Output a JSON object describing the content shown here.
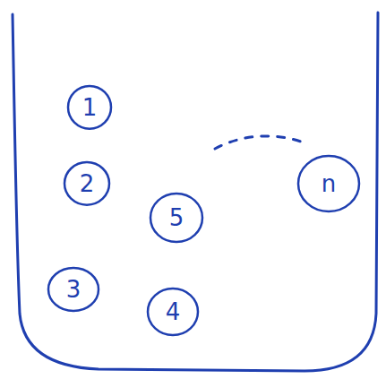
{
  "diagram": {
    "nodes": [
      {
        "text": [
          "1"
        ]
      },
      {
        "text": [
          "2"
        ]
      },
      {
        "text": [
          "3"
        ]
      },
      {
        "text": [
          "4"
        ]
      },
      {
        "text": [
          "5"
        ]
      },
      {
        "text": [
          "n"
        ]
      }
    ]
  }
}
